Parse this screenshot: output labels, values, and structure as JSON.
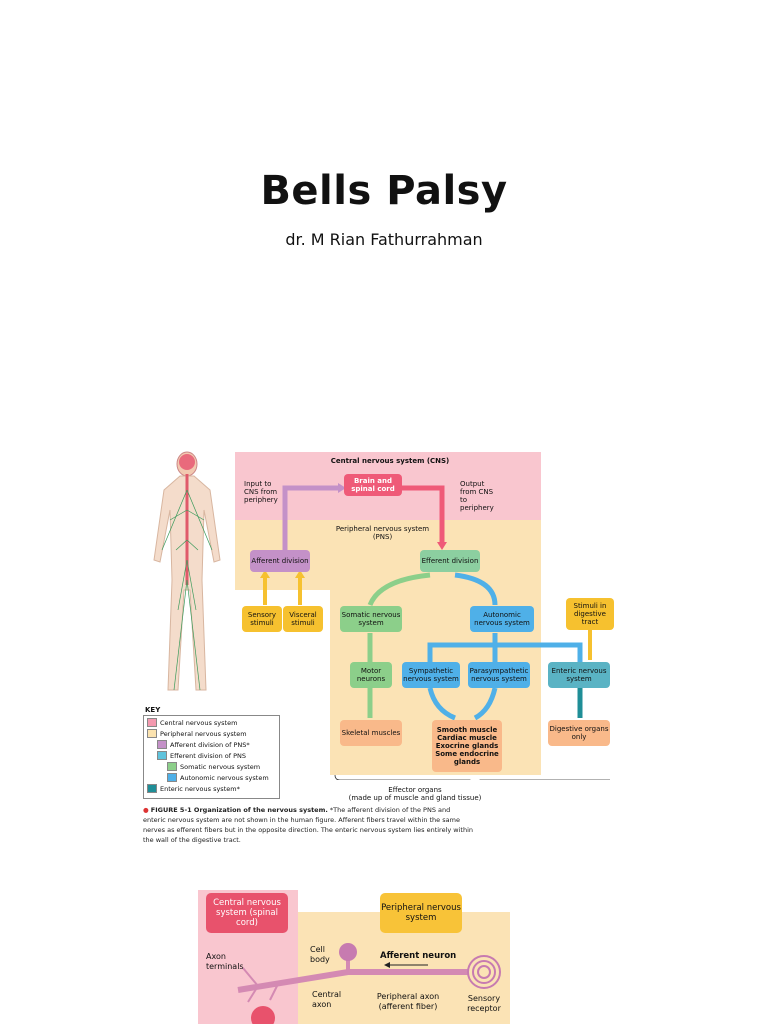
{
  "slide": {
    "title": "Bells Palsy",
    "author": "dr. M Rian Fathurrahman"
  },
  "figure1": {
    "cns_header": "Central nervous system (CNS)",
    "brain": "Brain and spinal cord",
    "input_label": "Input to CNS from periphery",
    "output_label": "Output from CNS to periphery",
    "pns_label": "Peripheral nervous system (PNS)",
    "afferent": "Afferent division",
    "efferent": "Efferent division",
    "sensory": "Sensory stimuli",
    "visceral": "Visceral stimuli",
    "somatic": "Somatic nervous system",
    "autonomic": "Autonomic nervous system",
    "stimuli_digestive": "Stimuli in digestive tract",
    "motor": "Motor neurons",
    "sympathetic": "Sympathetic nervous system",
    "parasympathetic": "Parasympathetic nervous system",
    "enteric": "Enteric nervous system",
    "skeletal": "Skeletal muscles",
    "smooth": "Smooth muscle Cardiac muscle Exocrine glands Some endocrine glands",
    "digestive": "Digestive organs only",
    "effector": "Effector organs",
    "effector_sub": "(made up of muscle and gland tissue)",
    "key_title": "KEY",
    "key": [
      {
        "label": "Central nervous system",
        "color": "#f49ab0"
      },
      {
        "label": "Peripheral nervous system",
        "color": "#fbe3b0"
      },
      {
        "label": "Afferent division of PNS*",
        "color": "#c491c8"
      },
      {
        "label": "Efferent division of PNS",
        "color": "#5fc3dc"
      },
      {
        "label": "Somatic nervous system",
        "color": "#8ccf8a"
      },
      {
        "label": "Autonomic nervous system",
        "color": "#4fb0e8"
      },
      {
        "label": "Enteric nervous system*",
        "color": "#1f8e97"
      }
    ],
    "caption_bold": "FIGURE 5-1 Organization of the nervous system.",
    "caption_text": "*The afferent division of the PNS and enteric nervous system are not shown in the human figure. Afferent fibers travel within the same nerves as efferent fibers but in the opposite direction. The enteric nervous system lies entirely within the wall of the digestive tract."
  },
  "figure2": {
    "cns": "Central nervous system (spinal cord)",
    "pns": "Peripheral nervous system",
    "axon_terminals": "Axon terminals",
    "cell_body": "Cell body",
    "afferent_neuron": "Afferent neuron",
    "central_axon": "Central axon",
    "peripheral_axon": "Peripheral axon (afferent fiber)",
    "sensory_receptor": "Sensory receptor"
  }
}
